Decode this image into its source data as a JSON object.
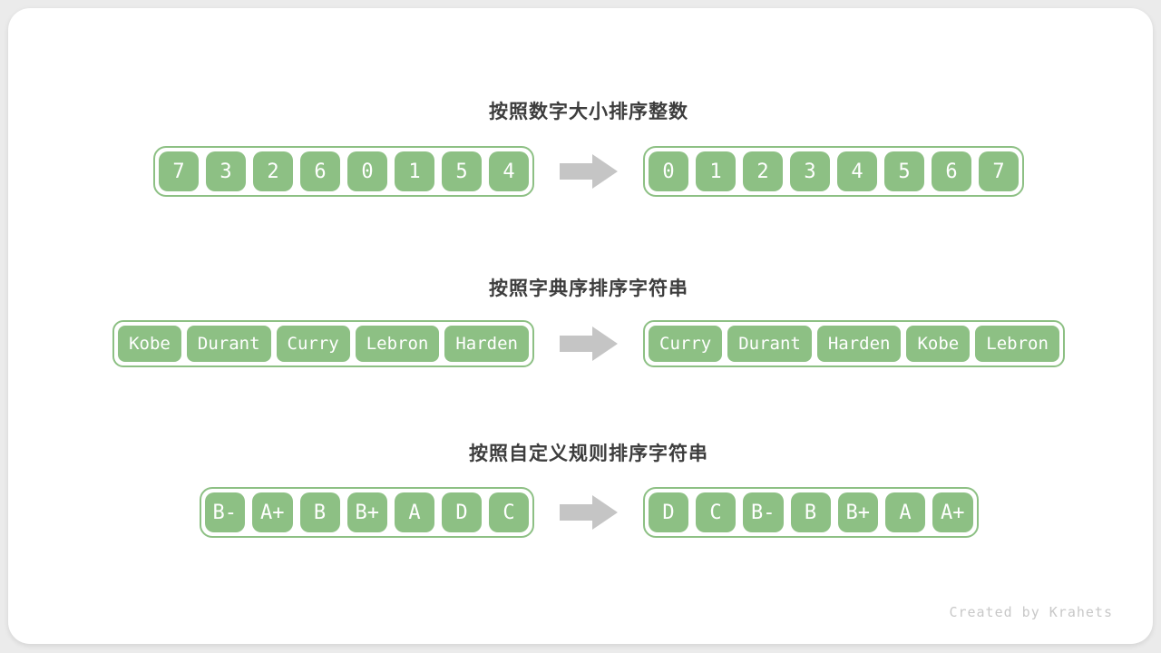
{
  "colors": {
    "page_bg": "#ebebeb",
    "card_bg": "#ffffff",
    "green": "#8dc084",
    "arrow": "#c5c5c5",
    "title_text": "#3d3d3d",
    "watermark_text": "#c8c8c8"
  },
  "sections": [
    {
      "title": "按照数字大小排序整数",
      "before": [
        "7",
        "3",
        "2",
        "6",
        "0",
        "1",
        "5",
        "4"
      ],
      "after": [
        "0",
        "1",
        "2",
        "3",
        "4",
        "5",
        "6",
        "7"
      ]
    },
    {
      "title": "按照字典序排序字符串",
      "before": [
        "Kobe",
        "Durant",
        "Curry",
        "Lebron",
        "Harden"
      ],
      "after": [
        "Curry",
        "Durant",
        "Harden",
        "Kobe",
        "Lebron"
      ]
    },
    {
      "title": "按照自定义规则排序字符串",
      "before": [
        "B-",
        "A+",
        "B",
        "B+",
        "A",
        "D",
        "C"
      ],
      "after": [
        "D",
        "C",
        "B-",
        "B",
        "B+",
        "A",
        "A+"
      ]
    }
  ],
  "watermark": "Created by Krahets"
}
